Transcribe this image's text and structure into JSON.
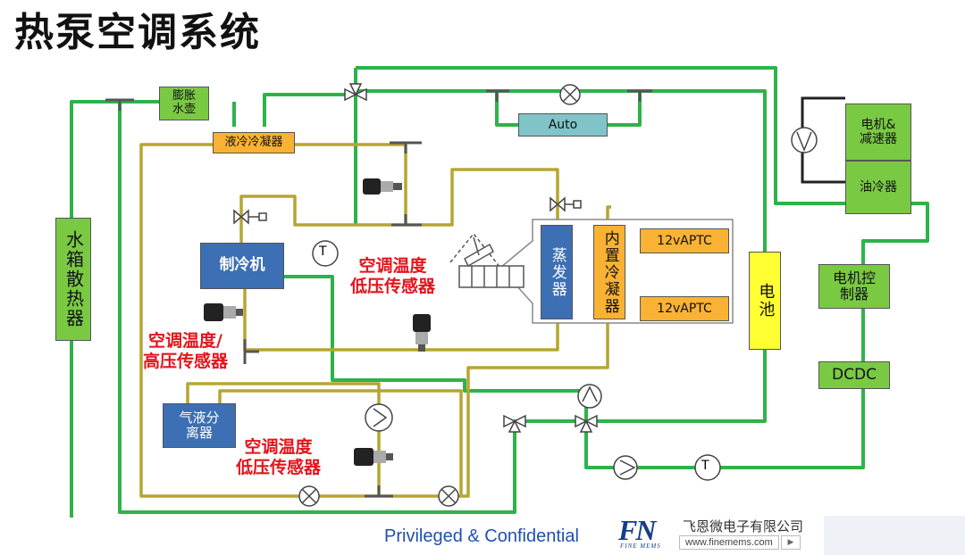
{
  "title": "热泵空调系统",
  "components": {
    "expansion_tank": "膨胀\n水壶",
    "liquid_cooled_condenser": "液冷冷凝器",
    "auto": "Auto",
    "motor_reducer": "电机&\n减速器",
    "oil_cooler": "油冷器",
    "radiator": "水箱散热器",
    "compressor": "制冷机",
    "evaporator": "蒸发器",
    "internal_condenser": "内置冷凝器",
    "ptc_top": "12vAPTC",
    "ptc_bottom": "12vAPTC",
    "battery": "电池",
    "motor_controller": "电机控\n制器",
    "dcdc": "DCDC",
    "gas_liquid_separator": "气液分\n离器",
    "temp_sensor_symbol_1": "T",
    "temp_sensor_symbol_2": "T"
  },
  "sensor_labels": {
    "low_pressure_1": "空调温度\n低压传感器",
    "high_pressure": "空调温度/\n高压传感器",
    "low_pressure_2": "空调温度\n低压传感器"
  },
  "colors": {
    "coolant_line": "#2db34a",
    "refrigerant_line": "#b5a632",
    "label_red": "#e4131b"
  },
  "footer": {
    "confidential": "Privileged & Confidential",
    "logo": "FN",
    "logo_sub": "FINE MEMS",
    "company": "飞恩微电子有限公司",
    "url": "www.finemems.com"
  }
}
